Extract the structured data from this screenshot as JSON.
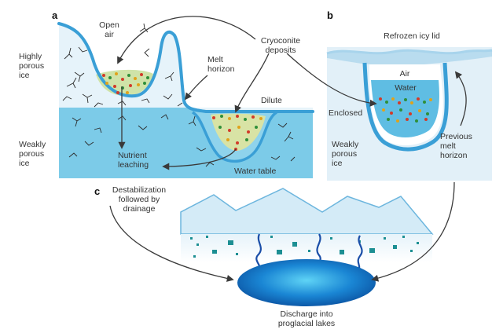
{
  "panels": {
    "a": "a",
    "b": "b",
    "c": "c"
  },
  "labels": {
    "open_air": "Open\nair",
    "cryoconite_deposits": "Cryoconite\ndeposits",
    "highly_porous_ice": "Highly\nporous\nice",
    "melt_horizon": "Melt\nhorizon",
    "dilute": "Dilute",
    "weakly_porous_ice_a": "Weakly\nporous\nice",
    "nutrient_leaching": "Nutrient\nleaching",
    "water_table": "Water table",
    "refrozen_icy_lid": "Refrozen icy lid",
    "air": "Air",
    "water": "Water",
    "enclosed": "Enclosed",
    "weakly_porous_ice_b": "Weakly\nporous\nice",
    "previous_melt_horizon": "Previous\nmelt\nhorizon",
    "destabilization": "Destabilization\nfollowed by\ndrainage",
    "discharge": "Discharge into\nproglacial lakes"
  },
  "colors": {
    "ice_light": "#e4f1f9",
    "ice_outline": "#3a9fd6",
    "water_table": "#7ccbe8",
    "water_pool": "#5fbde3",
    "arrow": "#3a3a3a",
    "lake_center": "#48c8f2",
    "lake_edge": "#0a5fb0",
    "sediment_teal": "#1d8f93",
    "mountain_fill": "#cfe9f6"
  }
}
